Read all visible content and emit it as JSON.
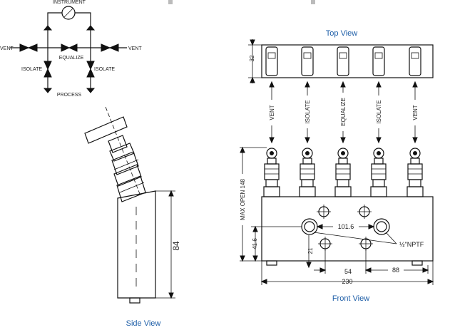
{
  "schematic": {
    "instrument": "INSTRUMENT",
    "vent_left": "VENT",
    "vent_right": "VENT",
    "equalize": "EQUALIZE",
    "isolate_left": "ISOLATE",
    "isolate_right": "ISOLATE",
    "process": "PROCESS"
  },
  "side_view": {
    "title": "Side View",
    "dim_height": "84"
  },
  "top_view": {
    "title": "Top View",
    "dim_depth": "32",
    "valve_labels": [
      "VENT",
      "ISOLATE",
      "EQUALIZE",
      "ISOLATE",
      "VENT"
    ]
  },
  "front_view": {
    "title": "Front View",
    "dim_max_open": "MAX OPEN 148",
    "dim_port_spacing": "101.6",
    "dim_port_height": "41.6",
    "dim_21": "21",
    "dim_54": "54",
    "dim_88": "88",
    "dim_width": "230",
    "port_thread": "½\"NPTF"
  },
  "colors": {
    "caption": "#1f5fa8",
    "line": "#111111"
  }
}
